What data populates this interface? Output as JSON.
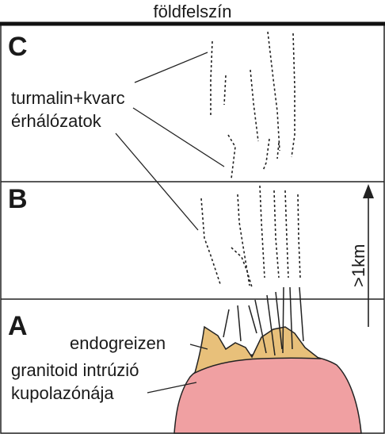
{
  "diagram": {
    "surface_label": "földfelszín",
    "zones": [
      {
        "id": "A",
        "label": "A"
      },
      {
        "id": "B",
        "label": "B"
      },
      {
        "id": "C",
        "label": "C"
      }
    ],
    "labels": {
      "veins_line1": "turmalin+kvarc",
      "veins_line2": "érhálózatok",
      "endogreizen": "endogreizen",
      "intrusion_line1": "granitoid intrúzió",
      "intrusion_line2": "kupolazónája",
      "scale": ">1km"
    },
    "colors": {
      "greisen": "#e8c07a",
      "intrusion": "#f0a0a2",
      "lines": "#222222"
    }
  }
}
